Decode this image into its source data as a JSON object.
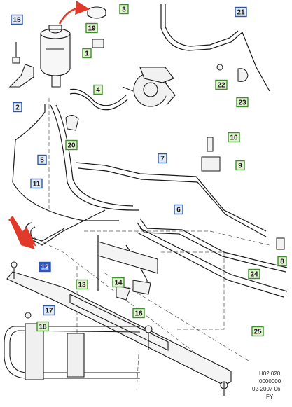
{
  "diagram": {
    "callouts": [
      {
        "id": "c1",
        "label": "1",
        "kind": "green"
      },
      {
        "id": "c3",
        "label": "3",
        "kind": "green"
      },
      {
        "id": "c4",
        "label": "4",
        "kind": "green"
      },
      {
        "id": "c5",
        "label": "5",
        "kind": "blue"
      },
      {
        "id": "c6",
        "label": "6",
        "kind": "blue"
      },
      {
        "id": "c7",
        "label": "7",
        "kind": "blue"
      },
      {
        "id": "c8",
        "label": "8",
        "kind": "green"
      },
      {
        "id": "c9",
        "label": "9",
        "kind": "green"
      },
      {
        "id": "c10",
        "label": "10",
        "kind": "green"
      },
      {
        "id": "c11",
        "label": "11",
        "kind": "blue"
      },
      {
        "id": "c12",
        "label": "12",
        "kind": "highlight"
      },
      {
        "id": "c13",
        "label": "13",
        "kind": "green"
      },
      {
        "id": "c14",
        "label": "14",
        "kind": "green"
      },
      {
        "id": "c15",
        "label": "15",
        "kind": "blue"
      },
      {
        "id": "c16",
        "label": "16",
        "kind": "green"
      },
      {
        "id": "c17",
        "label": "17",
        "kind": "blue"
      },
      {
        "id": "c18",
        "label": "18",
        "kind": "green"
      },
      {
        "id": "c19",
        "label": "19",
        "kind": "green"
      },
      {
        "id": "c20",
        "label": "20",
        "kind": "green"
      },
      {
        "id": "c21",
        "label": "21",
        "kind": "blue"
      },
      {
        "id": "c22",
        "label": "22",
        "kind": "green"
      },
      {
        "id": "c23",
        "label": "23",
        "kind": "green"
      },
      {
        "id": "c24",
        "label": "24",
        "kind": "green"
      },
      {
        "id": "c25",
        "label": "25",
        "kind": "green"
      },
      {
        "id": "c2",
        "label": "2",
        "kind": "blue"
      }
    ],
    "footer": {
      "line1": "H02.020",
      "line2": "0000000",
      "line3": "02-2007 06",
      "line4": "FY"
    },
    "colors": {
      "green_fill": "#e3f2d0",
      "green_stroke": "#3e8e2e",
      "blue_fill": "#e2ecf8",
      "blue_stroke": "#2f56a6",
      "highlight_fill": "#2f56c8",
      "arrow": "#e23a2a",
      "line": "#1a1a1a"
    },
    "icons": [
      "reservoir-icon",
      "pump-icon",
      "steering-rack-icon",
      "hose-icon",
      "arrow-icon"
    ]
  }
}
